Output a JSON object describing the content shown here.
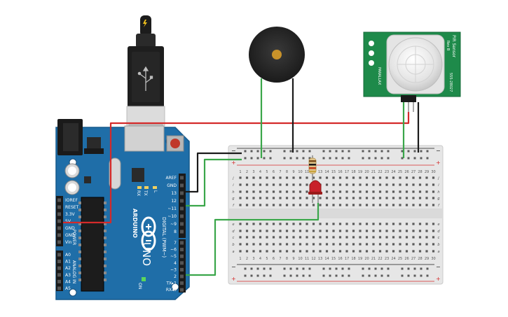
{
  "arduino": {
    "brand": "ARDUINO",
    "model": "UNO",
    "digital_label": "DIGITAL (PWM~)",
    "power_label": "POWER",
    "analog_label": "ANALOG IN",
    "on_label": "ON",
    "tx_label": "TX",
    "rx_label": "RX",
    "l_label": "L",
    "header_top": [
      "AREF",
      "GND",
      "13",
      "12",
      "~11",
      "~10",
      "~9",
      "8"
    ],
    "header_bottom": [
      "7",
      "~6",
      "~5",
      "4",
      "~3",
      "2",
      "TX▸1",
      "RX◂0"
    ],
    "power_pins": [
      "IOREF",
      "RESET",
      "3.3V",
      "5V",
      "GND",
      "GND",
      "Vin"
    ],
    "analog_pins": [
      "A0",
      "A1",
      "A2",
      "A3",
      "A4",
      "A5"
    ]
  },
  "pir": {
    "title": "PIR Sensor",
    "subtitle": "Rev B",
    "part": "555-28027",
    "brand": "PARALLAX"
  },
  "breadboard": {
    "columns": [
      "1",
      "2",
      "3",
      "4",
      "5",
      "6",
      "7",
      "8",
      "9",
      "10",
      "11",
      "12",
      "13",
      "14",
      "15",
      "16",
      "17",
      "18",
      "19",
      "20",
      "21",
      "22",
      "23",
      "24",
      "25",
      "26",
      "27",
      "28",
      "29",
      "30"
    ],
    "rows_top": [
      "j",
      "i",
      "h",
      "g",
      "f"
    ],
    "rows_bottom": [
      "e",
      "d",
      "c",
      "b",
      "a"
    ],
    "plus": "+",
    "minus": "−"
  },
  "colors": {
    "wire_red": "#d42a2a",
    "wire_green": "#3aa64a",
    "wire_black": "#1a1a1a",
    "arduino_blue": "#1f6ea8",
    "pir_green": "#1e8a4a",
    "led_red": "#c8202a"
  }
}
